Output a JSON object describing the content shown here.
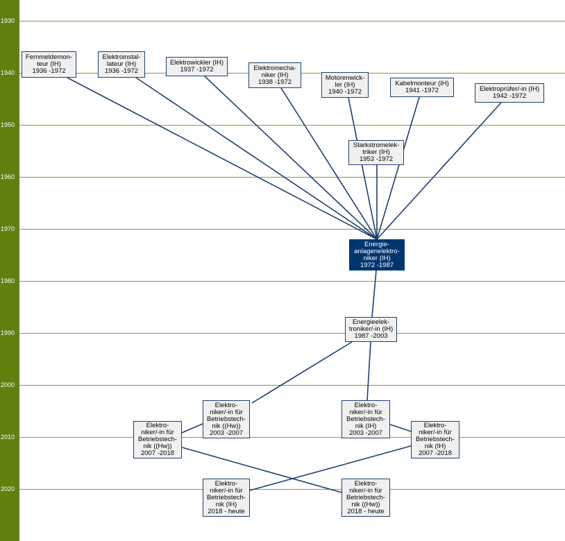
{
  "timeline": {
    "color": "#5f7f0f",
    "years": [
      "1930",
      "1940",
      "1950",
      "1960",
      "1970",
      "1980",
      "1990",
      "2000",
      "2010",
      "2020"
    ]
  },
  "colors": {
    "edge": "#1e3f6e",
    "node_bg": "#f0f0f0",
    "highlight_bg": "#003570"
  },
  "nodes": [
    {
      "id": "fernmeldemonteur",
      "lines": [
        "Fernmeldemon-",
        "teur (IH)",
        "1936 -1972"
      ]
    },
    {
      "id": "elektroinstallateur",
      "lines": [
        "Elektroinstal-",
        "lateur (IH)",
        "1936 -1972"
      ]
    },
    {
      "id": "elektrowickler",
      "lines": [
        "Elektrowickler (IH)",
        "1937 -1972"
      ]
    },
    {
      "id": "elektromechaniker",
      "lines": [
        "Elektromecha-",
        "niker (IH)",
        "1938 -1972"
      ]
    },
    {
      "id": "motorenwickler",
      "lines": [
        "Motorenwick-",
        "ler (IH)",
        "1940 -1972"
      ]
    },
    {
      "id": "kabelmonteur",
      "lines": [
        "Kabelmonteur (IH)",
        "1941 -1972"
      ]
    },
    {
      "id": "elektropruefer",
      "lines": [
        "Elektroprüfer/-in (IH)",
        "1942 -1972"
      ]
    },
    {
      "id": "starkstromelektriker",
      "lines": [
        "Starkstromelek-",
        "triker (IH)",
        "1953 -1972"
      ]
    },
    {
      "id": "energieanlagenelektroniker",
      "highlight": true,
      "lines": [
        "Energie-",
        "anlagenelektro-",
        "niker (IH)",
        "1972 -1987"
      ]
    },
    {
      "id": "energieelektroniker",
      "lines": [
        "Energieelek-",
        "troniker/-in (IH)",
        "1987 -2003"
      ]
    },
    {
      "id": "betriebstechnik-hw-2003",
      "lines": [
        "Elektro-",
        "niker/-in für",
        "Betriebstech-",
        "nik ((Hw))",
        "2003 -2007"
      ]
    },
    {
      "id": "betriebstechnik-ih-2003",
      "lines": [
        "Elektro-",
        "niker/-in für",
        "Betriebstech-",
        "nik (IH)",
        "2003 -2007"
      ]
    },
    {
      "id": "betriebstechnik-hw-2007",
      "lines": [
        "Elektro-",
        "niker/-in für",
        "Betriebstech-",
        "nik ((Hw))",
        "2007 -2018"
      ]
    },
    {
      "id": "betriebstechnik-ih-2007",
      "lines": [
        "Elektro-",
        "niker/-in für",
        "Betriebstech-",
        "nik (IH)",
        "2007 -2018"
      ]
    },
    {
      "id": "betriebstechnik-ih-2018",
      "lines": [
        "Elektro-",
        "niker/-in  für",
        "Betriebstech-",
        "nik (IH)",
        "2018 - heute"
      ]
    },
    {
      "id": "betriebstechnik-hw-2018",
      "lines": [
        "Elektro-",
        "niker/-in  für",
        "Betriebstech-",
        "nik ((Hw))",
        "2018 - heute"
      ]
    }
  ],
  "edges": [
    [
      "fernmeldemonteur",
      "energieanlagenelektroniker"
    ],
    [
      "elektroinstallateur",
      "energieanlagenelektroniker"
    ],
    [
      "elektrowickler",
      "energieanlagenelektroniker"
    ],
    [
      "elektromechaniker",
      "energieanlagenelektroniker"
    ],
    [
      "motorenwickler",
      "energieanlagenelektroniker"
    ],
    [
      "kabelmonteur",
      "energieanlagenelektroniker"
    ],
    [
      "elektropruefer",
      "energieanlagenelektroniker"
    ],
    [
      "starkstromelektriker",
      "energieanlagenelektroniker"
    ],
    [
      "energieanlagenelektroniker",
      "energieelektroniker"
    ],
    [
      "energieelektroniker",
      "betriebstechnik-hw-2003"
    ],
    [
      "energieelektroniker",
      "betriebstechnik-ih-2003"
    ],
    [
      "betriebstechnik-hw-2003",
      "betriebstechnik-hw-2007"
    ],
    [
      "betriebstechnik-ih-2003",
      "betriebstechnik-ih-2007"
    ],
    [
      "betriebstechnik-hw-2007",
      "betriebstechnik-hw-2018"
    ],
    [
      "betriebstechnik-ih-2007",
      "betriebstechnik-ih-2018"
    ]
  ]
}
